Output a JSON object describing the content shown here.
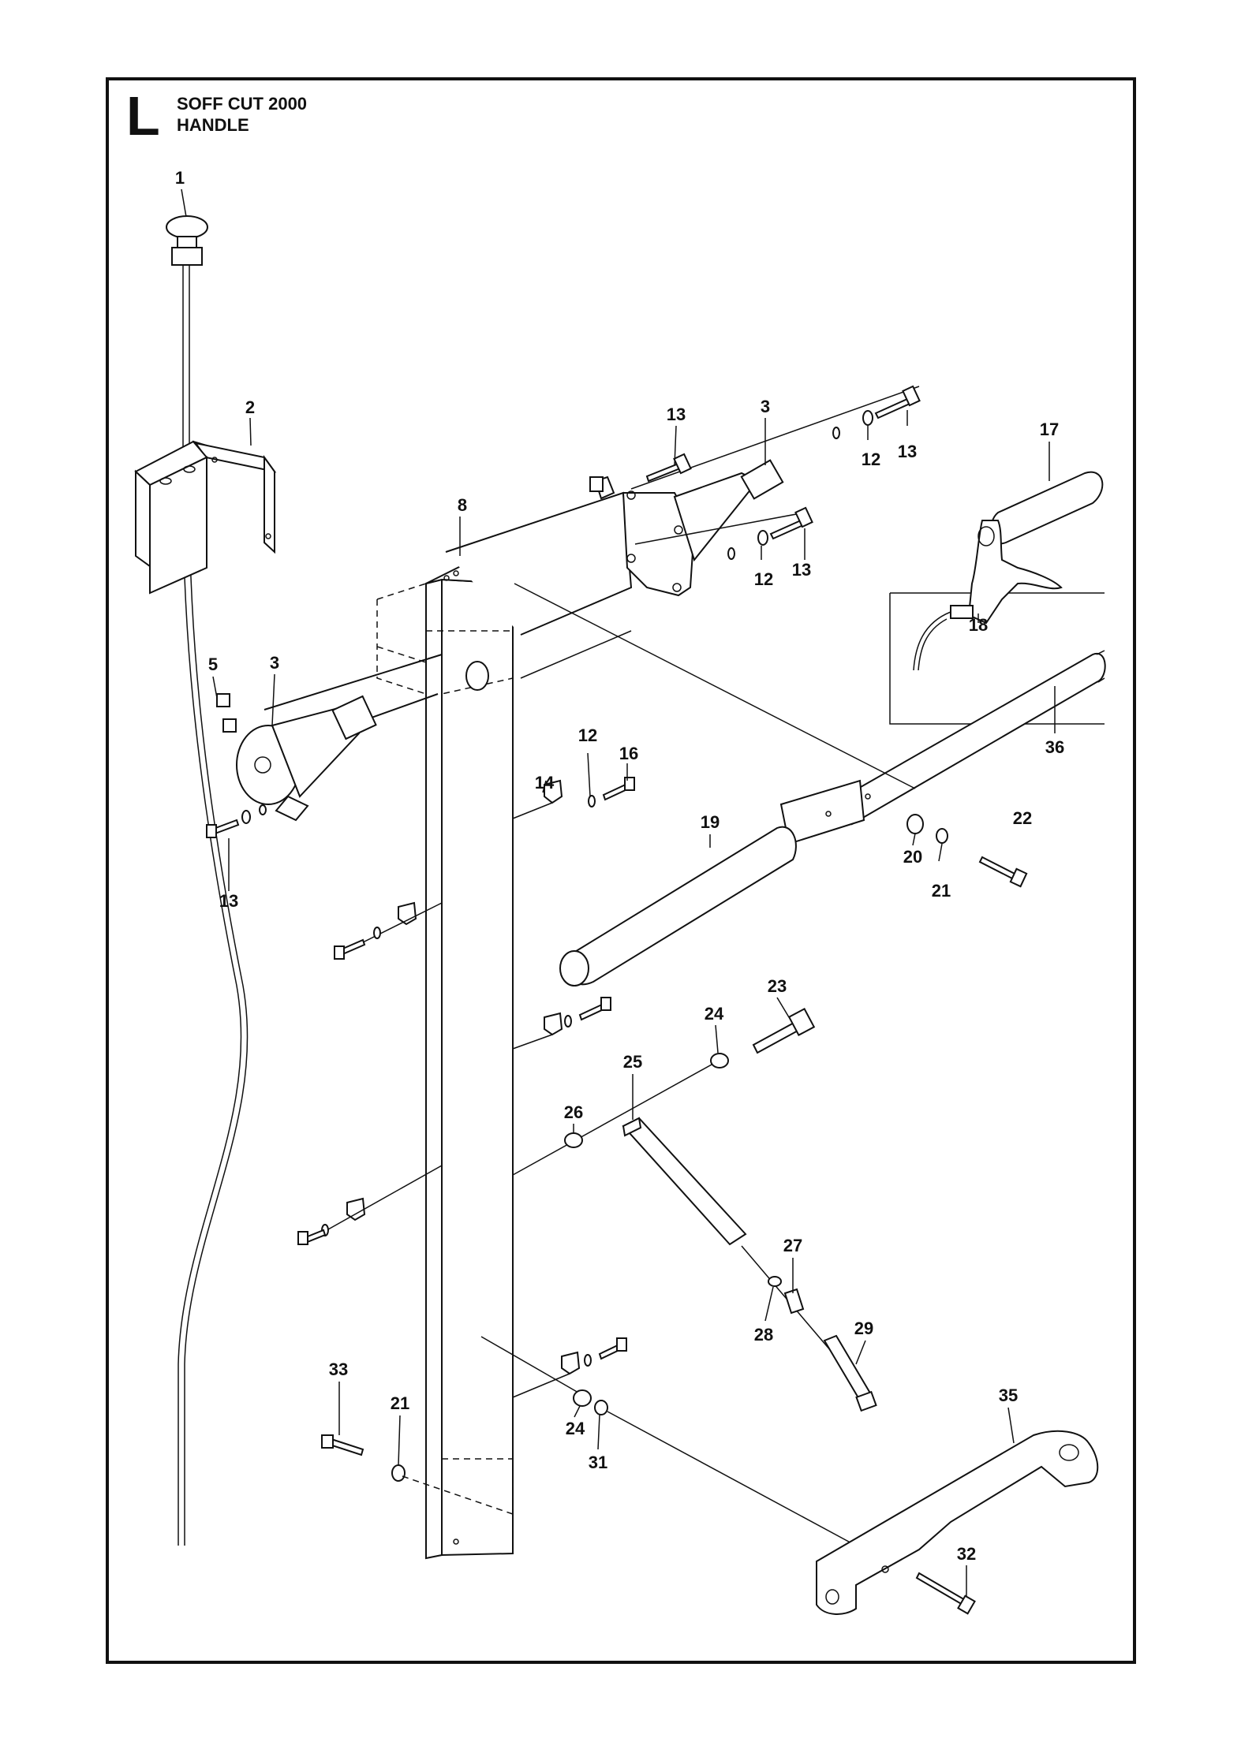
{
  "header": {
    "section_letter": "L",
    "model": "SOFF CUT 2000",
    "assembly": "HANDLE"
  },
  "callouts": [
    "1",
    "2",
    "3",
    "3",
    "5",
    "8",
    "12",
    "12",
    "12",
    "13",
    "13",
    "13",
    "13",
    "14",
    "16",
    "17",
    "18",
    "19",
    "20",
    "21",
    "21",
    "22",
    "23",
    "24",
    "24",
    "25",
    "26",
    "27",
    "28",
    "29",
    "31",
    "32",
    "33",
    "35",
    "36"
  ]
}
